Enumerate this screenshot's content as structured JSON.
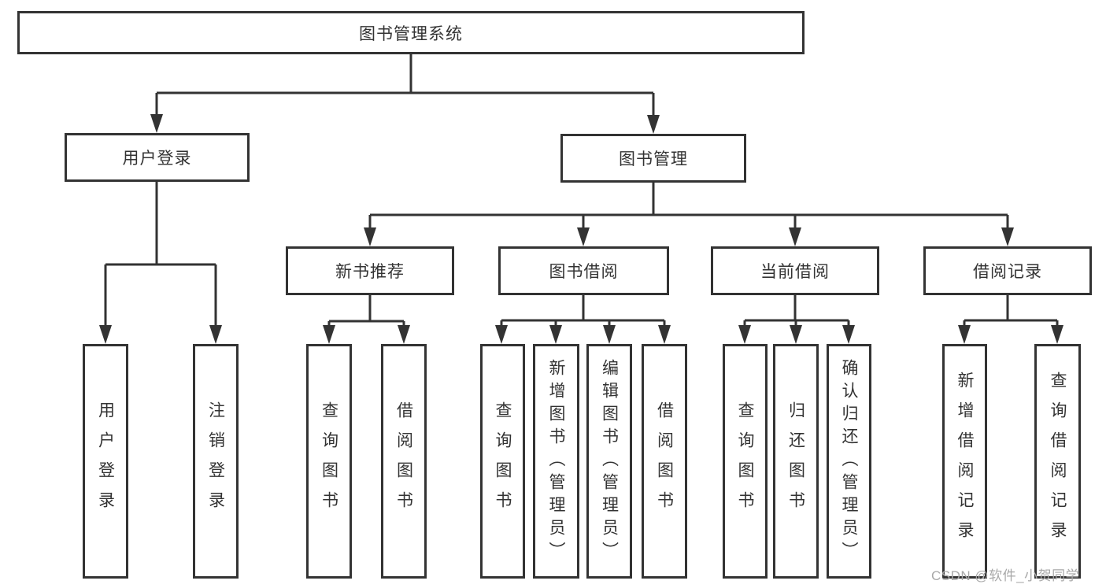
{
  "diagram": {
    "colors": {
      "line": "#333333",
      "text": "#333333",
      "box_background": "#ffffff",
      "watermark": "#a8a8a8"
    },
    "root": {
      "label": "图书管理系统"
    },
    "level2": [
      {
        "label": "用户登录"
      },
      {
        "label": "图书管理"
      }
    ],
    "level3": [
      {
        "label": "新书推荐"
      },
      {
        "label": "图书借阅"
      },
      {
        "label": "当前借阅"
      },
      {
        "label": "借阅记录"
      }
    ],
    "leaves": {
      "user_login": [
        {
          "label": "用户登录"
        },
        {
          "label": "注销登录"
        }
      ],
      "new_book_recommend": [
        {
          "label": "查询图书"
        },
        {
          "label": "借阅图书"
        }
      ],
      "book_borrow": [
        {
          "label": "查询图书"
        },
        {
          "label": "新增图书（管理员）"
        },
        {
          "label": "编辑图书（管理员）"
        },
        {
          "label": "借阅图书"
        }
      ],
      "current_borrow": [
        {
          "label": "查询图书"
        },
        {
          "label": "归还图书"
        },
        {
          "label": "确认归还（管理员）"
        }
      ],
      "borrow_records": [
        {
          "label": "新增借阅记录"
        },
        {
          "label": "查询借阅记录"
        }
      ]
    },
    "watermark": "CSDN @软件_小贺同学"
  }
}
